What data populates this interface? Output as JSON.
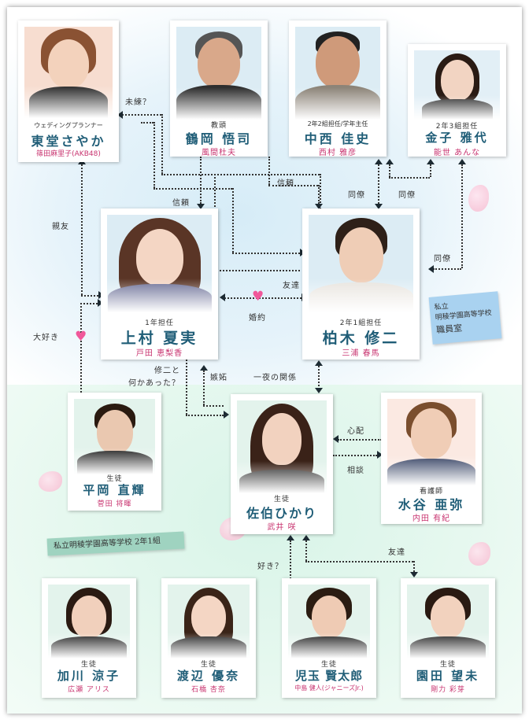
{
  "title": "相関図",
  "colors": {
    "name": "#1f5d77",
    "actor": "#c8336f",
    "line": "#333333",
    "heart": "#f0589a"
  },
  "characters": {
    "todo": {
      "role": "ウェディングプランナー",
      "name": "東堂さやか",
      "actor": "篠田麻里子(AKB48)"
    },
    "tsuruoka": {
      "role": "教頭",
      "name": "鶴岡 悟司",
      "actor": "風間杜夫"
    },
    "nakanishi": {
      "role": "2年2組担任/学年主任",
      "name": "中西 佳史",
      "actor": "西村 雅彦"
    },
    "kaneko": {
      "role": "2年3組担任",
      "name": "金子 雅代",
      "actor": "能世 あんな"
    },
    "uemura": {
      "role": "1年担任",
      "name": "上村 夏実",
      "actor": "戸田 恵梨香"
    },
    "kashiwagi": {
      "role": "2年1組担任",
      "name": "柏木 修二",
      "actor": "三浦 春馬"
    },
    "hiraoka": {
      "role": "生徒",
      "name": "平岡 直輝",
      "actor": "菅田 将暉"
    },
    "saeki": {
      "role": "生徒",
      "name": "佐伯ひかり",
      "actor": "武井 咲"
    },
    "mizutani": {
      "role": "看護師",
      "name": "水谷 亜弥",
      "actor": "内田 有紀"
    },
    "kagawa": {
      "role": "生徒",
      "name": "加川 涼子",
      "actor": "広瀬 アリス"
    },
    "watanabe": {
      "role": "生徒",
      "name": "渡辺 優奈",
      "actor": "石橋 杏奈"
    },
    "kodama": {
      "role": "生徒",
      "name": "児玉 賢太郎",
      "actor": "中島 健人(ジャニーズJr.)"
    },
    "sonoda": {
      "role": "生徒",
      "name": "園田 望未",
      "actor": "剛力 彩芽"
    }
  },
  "relations": {
    "miren": "未練？",
    "shinrai1": "信頼",
    "shinrai2": "信頼",
    "douryou1": "同僚",
    "douryou2": "同僚",
    "douryou3": "同僚",
    "shinyuu": "親友",
    "tomodachi1": "友達",
    "konyaku": "婚約",
    "daisuki": "大好き",
    "nanika_1": "修二と",
    "nanika_2": "何かあった？",
    "shitto": "嫉妬",
    "ichiya": "一夜の関係",
    "shinpai": "心配",
    "soudan": "相談",
    "suki": "好き？",
    "tomodachi2": "友達"
  },
  "notes": {
    "staff_room": {
      "line1": "私立",
      "line2": "明稜学園高等学校",
      "line3": "職員室"
    },
    "class_tag": "私立明稜学園高等学校 2年1組"
  }
}
